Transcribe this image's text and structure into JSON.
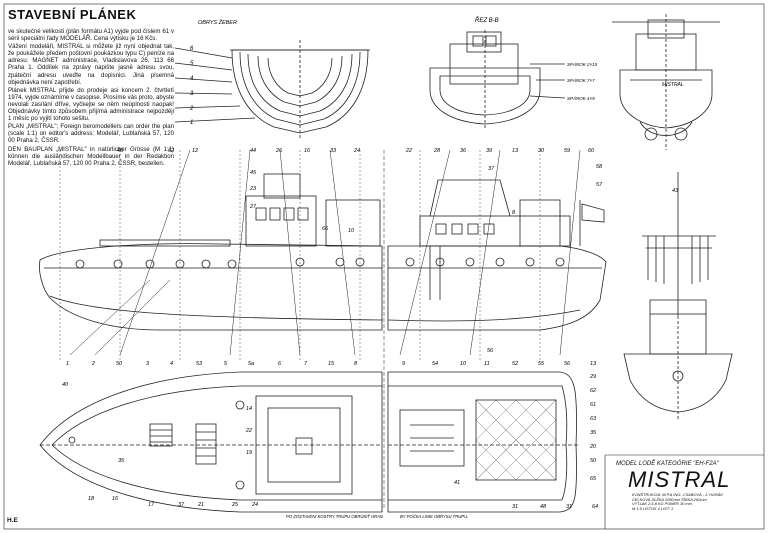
{
  "sheet": {
    "title": "STAVEBNÍ PLÁNEK",
    "intro_paragraphs": [
      "ve skutečné velikosti (plán formátu A1) vyjde pod číslem 61 v sérii speciální řady MODELÁŘ. Cena výtisku je 16 Kčs.",
      "Vážení modeláři, MISTRAL si můžete již nyní objednat tak, že poukážete předem poštovní poukázkou typu C) peníze na adresu: MAGNET administrace, Vladislavova 26, 113 66 Praha 1. Oddílek na zprávy napište jasně adresu svou, zpáteční adresu uveďte na dopisnici. Jiná písemná objednávka není zapotřebí.",
      "Plánek MISTRAL přijde do prodeje asi koncem 2. čtvrtletí 1974, vyjde oznámíme v časopise. Prosíme vás proto, abyste nevolali zasílání dříve, vyčkejte se něm neúplnosti naopak! Objednávky tímto způsobem přijímá administrace nejpozději 1 měsíc po vyjití tohoto sešitu.",
      "PLAN „MISTRAL\"; Foreign beromodellers can order the plan (scale 1:1) on editor's address: Modelář, Lublaňská 57, 120 00 Praha 2, ČSSR.",
      "DEN BAUPLAN „MISTRAL\" in natürlicher Grösse (M 1:1) können die ausländischen Modellbauer in der Redaktion Modelář, Lublaňská 57, 120 00 Praha 2, ČSSR, bestellen."
    ],
    "section_labels": {
      "frames": "OBRYS ŽEBER",
      "section": "ŘEZ B-B",
      "bow_label": "MISTRAL",
      "profile_note_a": "PO ZOSTAVENÍ KOSTRY TRUPU OBRÚSIŤ HRAN",
      "profile_note_b": "BY POČKA LINIE OBRYSU TRUPU."
    },
    "callouts": [
      {
        "text": "SPÁROK 2×15"
      },
      {
        "text": "SPÁROK 7×7"
      },
      {
        "text": "SPÁROK 4×9"
      }
    ],
    "frame_numbers": [
      "6",
      "5",
      "4",
      "3",
      "2",
      "1"
    ],
    "top_part_numbers": [
      "46",
      "62",
      "12",
      "44",
      "26",
      "16",
      "33",
      "24",
      "22",
      "28",
      "36",
      "39",
      "13",
      "30",
      "59",
      "60",
      "58"
    ],
    "mid_part_numbers": [
      "45",
      "23",
      "27",
      "66",
      "10",
      "37",
      "8",
      "57",
      "43",
      "56"
    ],
    "bottom_part_numbers": [
      "1",
      "2",
      "50",
      "3",
      "4",
      "53",
      "5",
      "5a",
      "6",
      "7",
      "15",
      "8",
      "9",
      "54",
      "10",
      "11",
      "52",
      "55",
      "56",
      "13"
    ],
    "plan_numbers": [
      "40",
      "18",
      "16",
      "35",
      "17",
      "37",
      "21",
      "25",
      "24",
      "14",
      "22",
      "19",
      "31",
      "48",
      "31",
      "64",
      "65",
      "61",
      "62",
      "63",
      "35",
      "20",
      "50",
      "29",
      "41"
    ],
    "model_line": "MODEL LODĚ KATEGÓRIE \"EH-F2A\"",
    "ship_name": "MISTRAL",
    "credits": [
      "KONŠTRUKCIA: M.P.& ING. J.SABOVÁ - J. HORÁK",
      "CELKOVÁ DĹŽKA 1050mm   ŠÍRKA 262mm",
      "VÝTLAK 2,5-6 KG  POMER 30 mm",
      "M 1:5   LISTOK 4     LIST: 1"
    ],
    "initials": "H.E"
  }
}
